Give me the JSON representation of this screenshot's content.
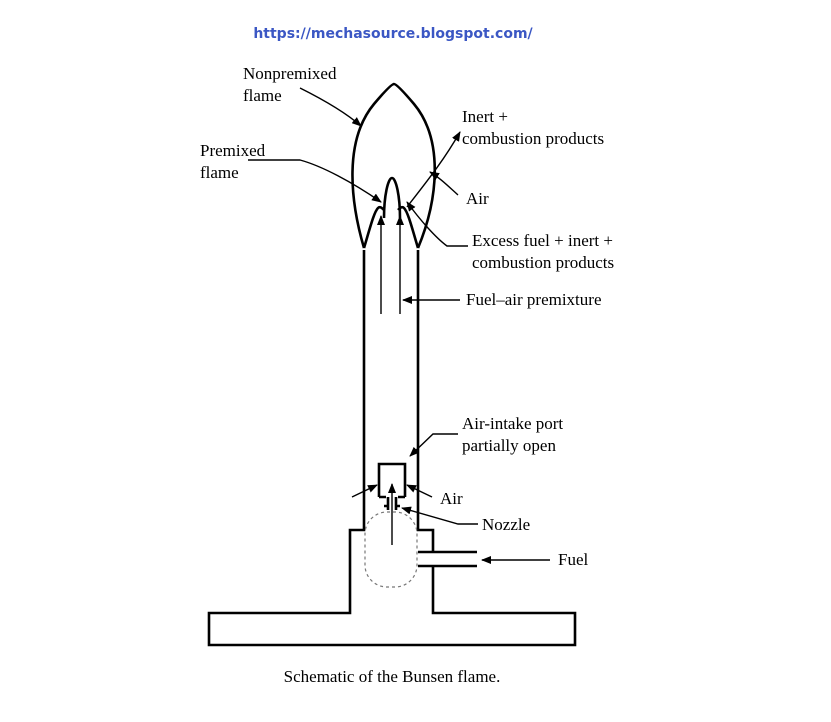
{
  "header": {
    "url": "https://mechasource.blogspot.com/"
  },
  "labels": {
    "nonpremixed_1": "Nonpremixed",
    "nonpremixed_2": "flame",
    "inert_1": "Inert +",
    "inert_2": "combustion products",
    "premixed_1": "Premixed",
    "premixed_2": "flame",
    "air_top": "Air",
    "excess_1": "Excess fuel + inert +",
    "excess_2": "combustion products",
    "premixture": "Fuel–air premixture",
    "intake_1": "Air-intake port",
    "intake_2": "partially open",
    "air_bottom": "Air",
    "nozzle": "Nozzle",
    "fuel": "Fuel"
  },
  "caption": "Schematic of the Bunsen flame."
}
